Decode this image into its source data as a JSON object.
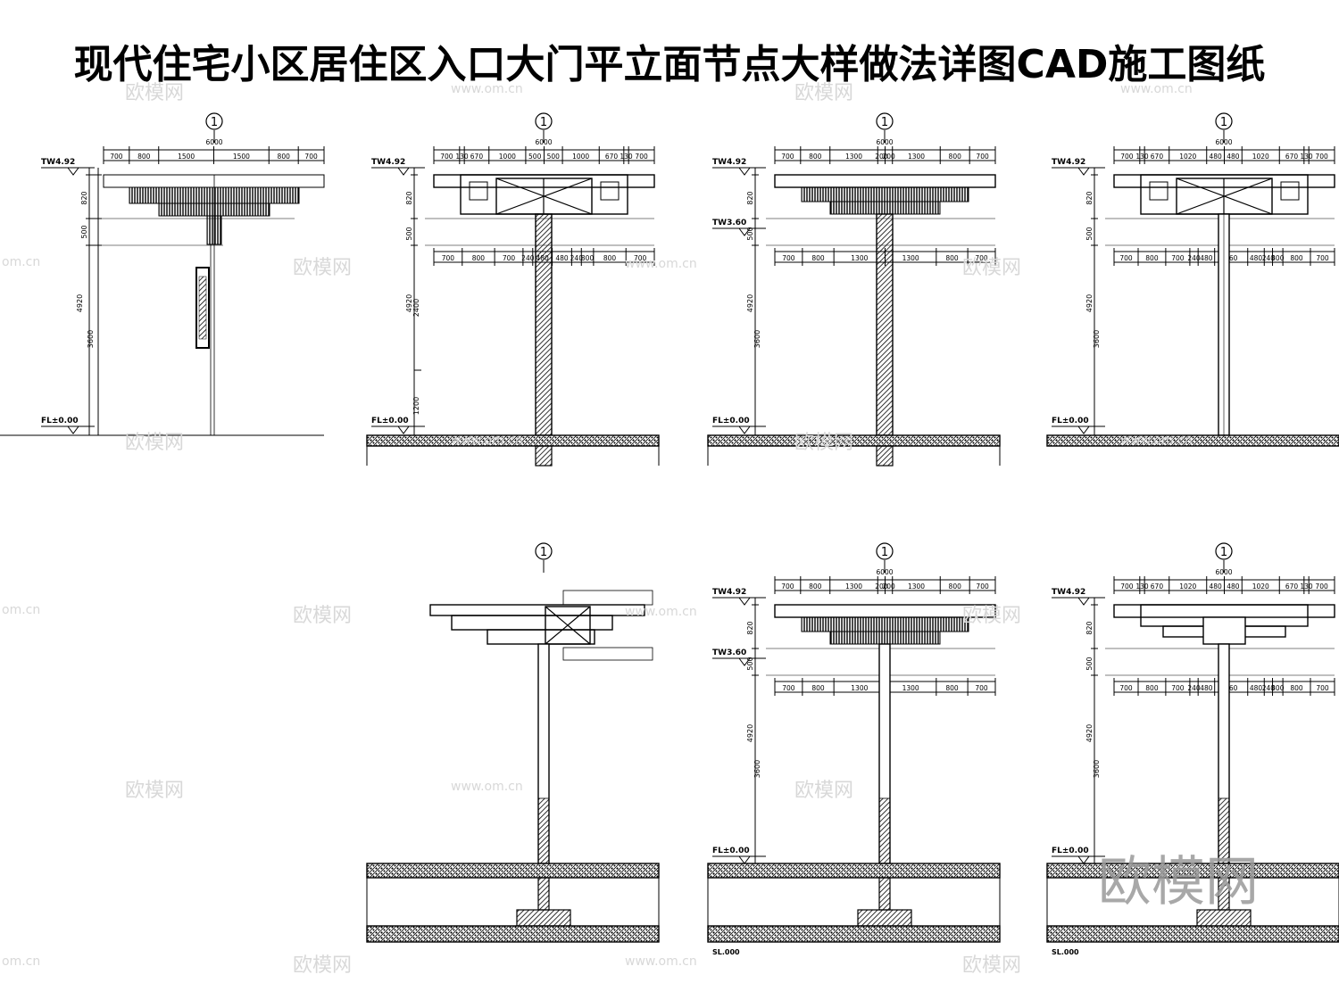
{
  "title": "现代住宅小区居住区入口大门平立面节点大样做法详图CAD施工图纸",
  "axis_marker": "1",
  "overall_width": "6000",
  "levels": {
    "top": "TW4.92",
    "mid": "TW3.60",
    "floor": "FL±0.00",
    "slab": "SL.000"
  },
  "dims": {
    "a": [
      "700",
      "800",
      "1500",
      "1500",
      "800",
      "700"
    ],
    "b": [
      "700",
      "130",
      "670",
      "1000",
      "500",
      "500",
      "1000",
      "670",
      "130",
      "700"
    ],
    "c": [
      "700",
      "800",
      "1300",
      "200",
      "200",
      "1300",
      "800",
      "700"
    ],
    "d": [
      "700",
      "130",
      "670",
      "1020",
      "480",
      "480",
      "1020",
      "670",
      "130",
      "700"
    ],
    "e": [
      "700",
      "800",
      "700",
      "240",
      "480",
      "480",
      "240",
      "300",
      "800",
      "700"
    ],
    "f": [
      "700",
      "800",
      "700",
      "240",
      "480",
      "960",
      "480",
      "240",
      "300",
      "800",
      "700"
    ],
    "g": [
      "700",
      "800",
      "1300",
      "1300",
      "800",
      "700"
    ]
  },
  "vertical_dims": {
    "v1": "820",
    "v2": "500",
    "v3": "4920",
    "v4": "3600",
    "v5": "2400",
    "v6": "1200"
  },
  "watermark": {
    "brand": "欧模网",
    "url": "www.om.cn",
    "url_short": "om.cn"
  }
}
